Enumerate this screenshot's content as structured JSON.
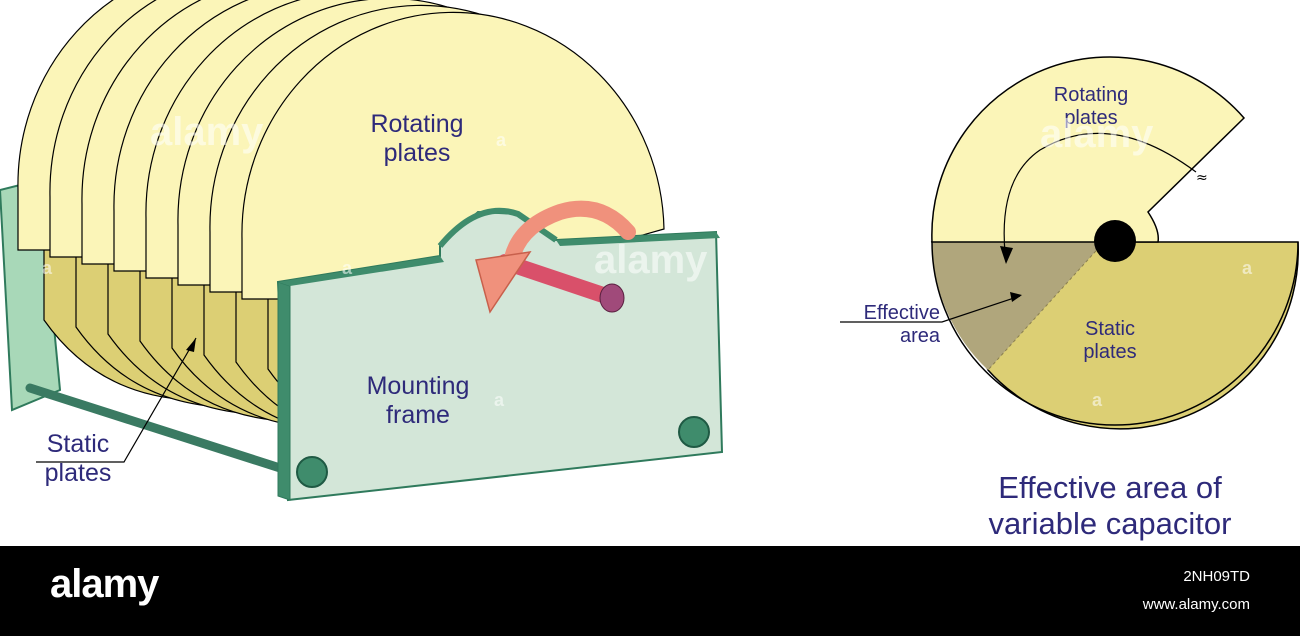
{
  "left_diagram": {
    "rotating_plates_label": [
      "Rotating",
      "plates"
    ],
    "mounting_frame_label": [
      "Mounting",
      "frame"
    ],
    "static_plates_label": [
      "Static",
      "plates"
    ]
  },
  "right_diagram": {
    "rotating_plates_label": [
      "Rotating",
      "plates"
    ],
    "static_plates_label": [
      "Static",
      "plates"
    ],
    "effective_area_label": [
      "Effective",
      "area"
    ]
  },
  "caption": [
    "Effective area of",
    "variable capacitor"
  ],
  "watermark": "alamy",
  "footer": {
    "brand": "alamy",
    "image_id": "2NH09TD",
    "url": "www.alamy.com"
  },
  "colors": {
    "rotating_plate_fill": "#fbf5b8",
    "static_plate_fill": "#dccf74",
    "effective_area_fill": "#b0a67c",
    "frame_fill": "#d3e6d8",
    "frame_edge": "#3f8c6c",
    "rod": "#3a7a62",
    "shaft": "#d9506a",
    "arrow": "#f0917c",
    "label_text": "#2e2a7a",
    "footer_bg": "#000000"
  }
}
